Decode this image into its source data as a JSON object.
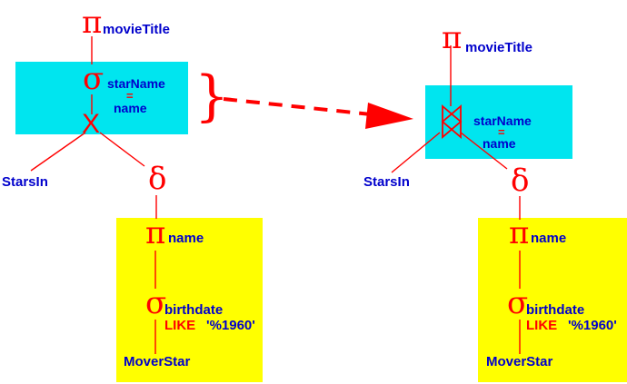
{
  "left_tree": {
    "project_top": {
      "symbol": "π",
      "subscript": "movieTitle"
    },
    "select_join": {
      "symbol": "σ",
      "attr_left": "starName",
      "equals": "=",
      "attr_right": "name"
    },
    "cross_product": {
      "symbol": "X"
    },
    "stars_in": "StarsIn",
    "delta": "δ",
    "project_name": {
      "symbol": "π",
      "subscript": "name"
    },
    "select_birth": {
      "symbol": "σ",
      "subscript": "birthdate",
      "like_keyword": "LIKE",
      "like_pattern": "'%1960'"
    },
    "movie_star": "MoverStar"
  },
  "brace": "}",
  "right_tree": {
    "project_top": {
      "symbol": "π",
      "subscript": "movieTitle"
    },
    "theta_join": {
      "symbol": "⋈",
      "attr_left": "starName",
      "equals": "=",
      "attr_right": "name"
    },
    "stars_in": "StarsIn",
    "delta": "δ",
    "project_name": {
      "symbol": "π",
      "subscript": "name"
    },
    "select_birth": {
      "symbol": "σ",
      "subscript": "birthdate",
      "like_keyword": "LIKE",
      "like_pattern": "'%1960'"
    },
    "movie_star": "MoverStar"
  },
  "colors": {
    "operator": "#ff0000",
    "text": "#0000cc",
    "highlight_join": "#00e5ef",
    "highlight_subquery": "#ffff00",
    "edge": "#ff0000"
  }
}
